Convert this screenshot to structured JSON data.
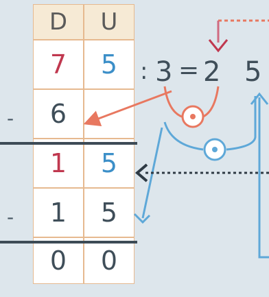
{
  "table": {
    "headers": [
      "D",
      "U"
    ],
    "rows": [
      {
        "d": "7",
        "u": "5"
      },
      {
        "d": "6",
        "u": ""
      },
      {
        "d": "1",
        "u": "5"
      },
      {
        "d": "1",
        "u": "5"
      },
      {
        "d": "0",
        "u": "0"
      }
    ],
    "minus_signs": [
      "-",
      "-"
    ]
  },
  "operation": {
    "colon": ":",
    "divisor": "3",
    "equals": "=",
    "quotient_tens": "2",
    "quotient_units": "5"
  },
  "colors": {
    "tens_digit": "#c0384f",
    "units_digit": "#3c8fc8",
    "neutral_digit": "#3f4e59",
    "arrow_red": "#e87860",
    "arrow_blue": "#5ea8d8",
    "arrow_dark": "#2e3a44",
    "cell_border": "#e6b98f"
  }
}
